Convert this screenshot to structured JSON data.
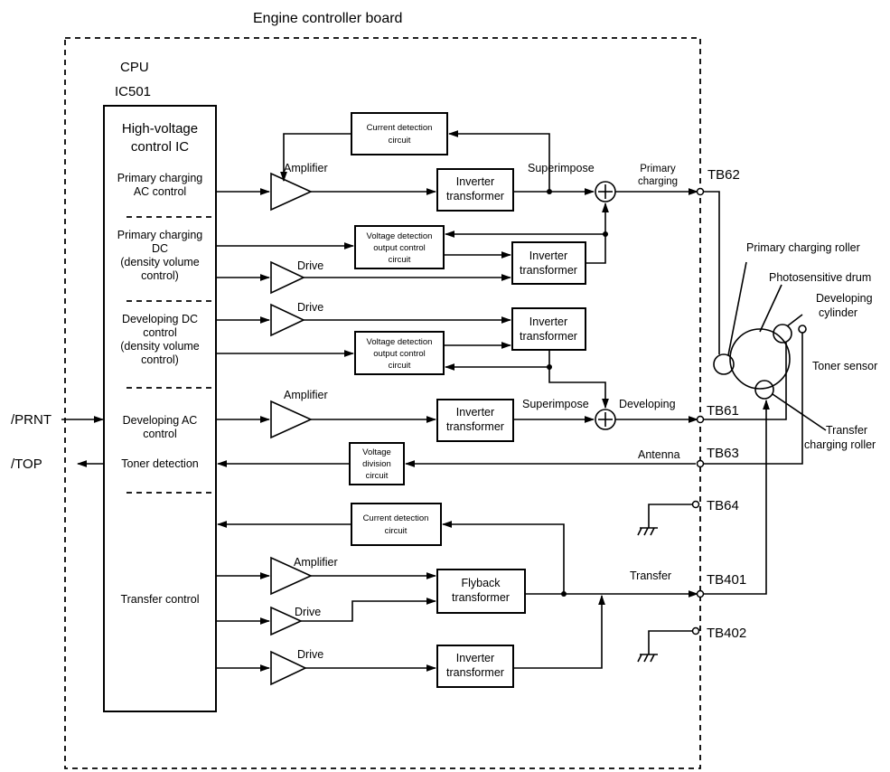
{
  "title": "Engine controller board",
  "cpu": {
    "name": "CPU",
    "ic": "IC501"
  },
  "hvic": {
    "title1": "High-voltage",
    "title2": "control IC",
    "pri_ac": [
      "Primary charging",
      "AC control"
    ],
    "pri_dc": [
      "Primary charging",
      "DC",
      "(density volume",
      "control)"
    ],
    "dev_dc": [
      "Developing DC",
      "control",
      "(density volume",
      "control)"
    ],
    "dev_ac": [
      "Developing AC",
      "control"
    ],
    "toner": "Toner detection",
    "transfer": "Transfer control"
  },
  "signals": {
    "prnt": "/PRNT",
    "top": "/TOP"
  },
  "blocks": {
    "current_detection": [
      "Current detection",
      "circuit"
    ],
    "voltage_detection": [
      "Voltage detection",
      "output control",
      "circuit"
    ],
    "inverter": [
      "Inverter",
      "transformer"
    ],
    "voltage_division": [
      "Voltage",
      "division",
      "circuit"
    ],
    "flyback": [
      "Flyback",
      "transformer"
    ]
  },
  "labels": {
    "amplifier": "Amplifier",
    "drive": "Drive",
    "superimpose": "Superimpose",
    "primary_charging": [
      "Primary",
      "charging"
    ],
    "developing": "Developing",
    "antenna": "Antenna",
    "transfer": "Transfer"
  },
  "terminals": {
    "tb62": "TB62",
    "tb61": "TB61",
    "tb63": "TB63",
    "tb64": "TB64",
    "tb401": "TB401",
    "tb402": "TB402"
  },
  "components": {
    "primary_roller": "Primary charging roller",
    "drum": "Photosensitive drum",
    "developing_cylinder": [
      "Developing",
      "cylinder"
    ],
    "toner_sensor": "Toner sensor",
    "transfer_roller": [
      "Transfer",
      "charging roller"
    ]
  }
}
